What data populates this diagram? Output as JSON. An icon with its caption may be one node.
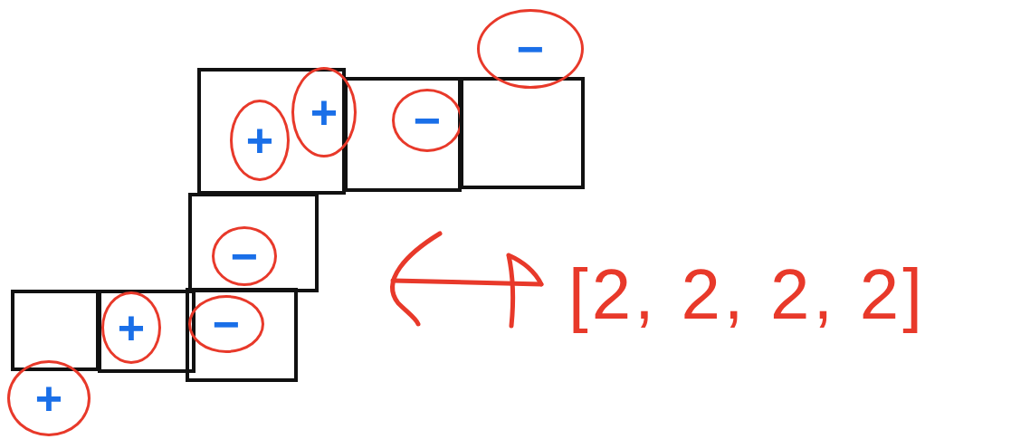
{
  "diagram": {
    "nodes": [
      {
        "text": [],
        "shape": "box"
      },
      {
        "text": [],
        "shape": "box"
      },
      {
        "text": [],
        "shape": "box"
      },
      {
        "text": [],
        "shape": "box"
      },
      {
        "text": [],
        "shape": "box"
      },
      {
        "text": [],
        "shape": "box"
      },
      {
        "text": [],
        "shape": "box"
      },
      {
        "text": [
          "−"
        ]
      },
      {
        "text": [
          "+"
        ],
        "in": 0
      },
      {
        "text": [
          "+"
        ]
      },
      {
        "text": [
          "−"
        ],
        "in": 1
      },
      {
        "text": [
          "−"
        ],
        "in": 3
      },
      {
        "text": [
          "+"
        ],
        "in": 5
      },
      {
        "text": [
          "−"
        ],
        "in": 6
      },
      {
        "text": [
          "+"
        ]
      }
    ],
    "labels": [
      "[2, 2, 2, 2]"
    ]
  }
}
